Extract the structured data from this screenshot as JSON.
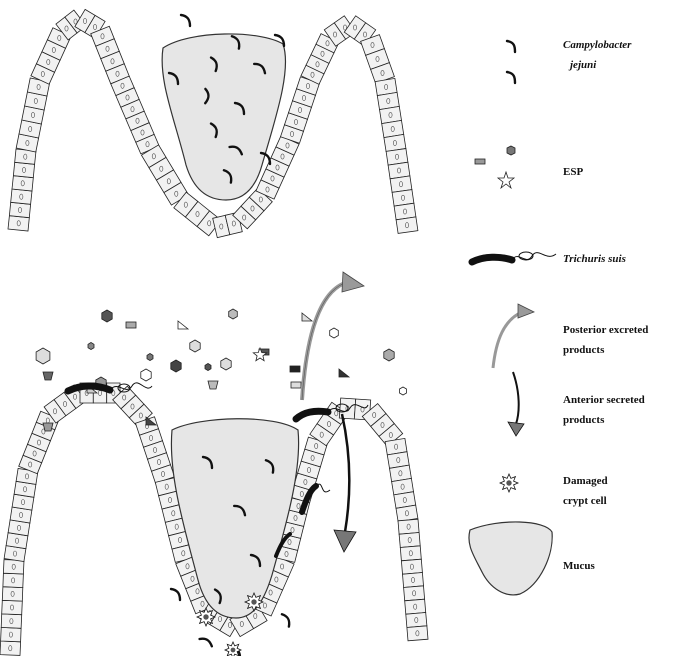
{
  "legend": {
    "campylobacter": [
      "Campylobacter",
      "jejuni"
    ],
    "esp": "ESP",
    "trichuris": "Trichuris suis",
    "posterior": [
      "Posterior excreted",
      "products"
    ],
    "anterior": [
      "Anterior secreted",
      "products"
    ],
    "damaged": [
      "Damaged",
      "crypt cell"
    ],
    "mucus": "Mucus"
  },
  "colors": {
    "cell_fill": "#f2f2f2",
    "mucus_fill": "#e6e6e6",
    "arrow_fill": "#888888",
    "outline": "#222222"
  }
}
